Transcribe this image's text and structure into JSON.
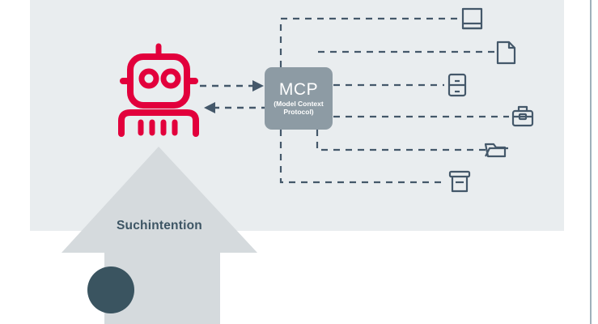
{
  "diagram": {
    "title_node": {
      "label": "MCP",
      "sublabel": "(Model Context Protocol)",
      "sublabel_line1": "(Model Context",
      "sublabel_line2": "Protocol)"
    },
    "intent_label": "Suchintention",
    "agent": {
      "name": "robot-agent",
      "color": "#e2003c"
    },
    "arrows": [
      {
        "name": "agent-to-mcp",
        "direction": "right",
        "style": "dashed"
      },
      {
        "name": "mcp-to-agent",
        "direction": "left",
        "style": "dashed"
      }
    ],
    "resources": [
      {
        "name": "book-icon",
        "label": "book"
      },
      {
        "name": "document-icon",
        "label": "document"
      },
      {
        "name": "filing-cabinet-icon",
        "label": "filing-cabinet"
      },
      {
        "name": "briefcase-icon",
        "label": "briefcase"
      },
      {
        "name": "folder-icon",
        "label": "folder"
      },
      {
        "name": "archive-box-icon",
        "label": "archive-box"
      }
    ],
    "colors": {
      "panel_background": "#e9edef",
      "mcp_box": "#8d9ba4",
      "accent_red": "#e2003c",
      "line_slate": "#44586a",
      "arrow_gray": "#d5dadd",
      "dot_slate": "#3a5460",
      "text_slate": "#3d5564",
      "rule_gray": "#9fb0bb"
    }
  }
}
